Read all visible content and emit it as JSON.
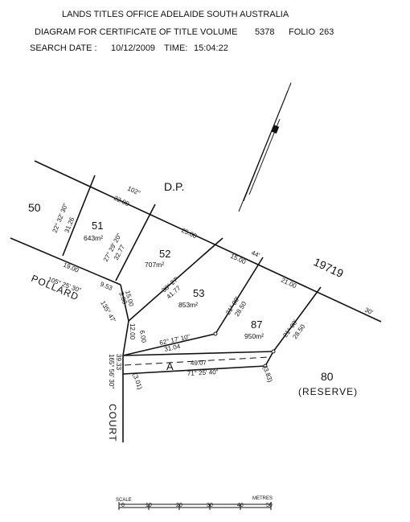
{
  "header": {
    "line1": "LANDS TITLES OFFICE  ADELAIDE  SOUTH AUSTRALIA",
    "line2_prefix": "DIAGRAM FOR CERTIFICATE OF TITLE VOLUME",
    "volume": "5378",
    "folio_label": "FOLIO",
    "folio": "263",
    "search_date_label": "SEARCH DATE :",
    "search_date": "10/12/2009",
    "time_label": "TIME:",
    "time": "15:04:22"
  },
  "plan": {
    "dp_label": "D.P.",
    "dp_number": "19719",
    "adjoining_lot": "50",
    "road_name_1": "POLLARD",
    "road_name_2": "COURT",
    "reserve_number": "80",
    "reserve_label": "(RESERVE)",
    "easement_label": "A",
    "lots": [
      {
        "number": "51",
        "area": "643m²"
      },
      {
        "number": "52",
        "area": "707m²"
      },
      {
        "number": "53",
        "area": "853m²"
      },
      {
        "number": "87",
        "area": "950m²"
      }
    ],
    "dimensions": {
      "d_22_00_top": "22.00",
      "d_102": "102°",
      "d_25_00": "25.00",
      "d_15_00": "15.00",
      "d_44": "44'",
      "d_21_00_top": "21.00",
      "d_30": "30'",
      "b_22_32_30": "22° 32' 30\"",
      "d_31_26": "31.26",
      "b_27_29_20": "27° 29' 20\"",
      "d_32_77": "32.77",
      "d_19_00": "19.00",
      "b_105_25_30": "105° 25' 30\"",
      "d_9_53": "9.53",
      "d_3_00": "3.00",
      "d_15_00_b": "15.00",
      "b_135_47": "135° 47'",
      "b_38_27": "38° 27'",
      "d_41_77": "41.77",
      "b_21_00_a": "21° 00'",
      "d_28_50_a": "28.50",
      "b_21_00_b": "21° 00'",
      "d_28_50_b": "28.50",
      "d_12_00": "12.00",
      "d_6_00": "6.00",
      "b_62_17_10": "62° 17' 10\"",
      "d_31_04": "31.04",
      "b_165_56_30": "165° 56' 30\"",
      "d_39_33": "39.33",
      "d_49_07": "49.07",
      "b_71_25_40": "71° 25' 40\"",
      "d_3_01": "(3.01)",
      "d_3_83": "(3.83)"
    },
    "scale": {
      "label": "SCALE",
      "units": "METRES",
      "ticks": [
        "0",
        "10",
        "20",
        "30",
        "40",
        "50"
      ]
    }
  }
}
